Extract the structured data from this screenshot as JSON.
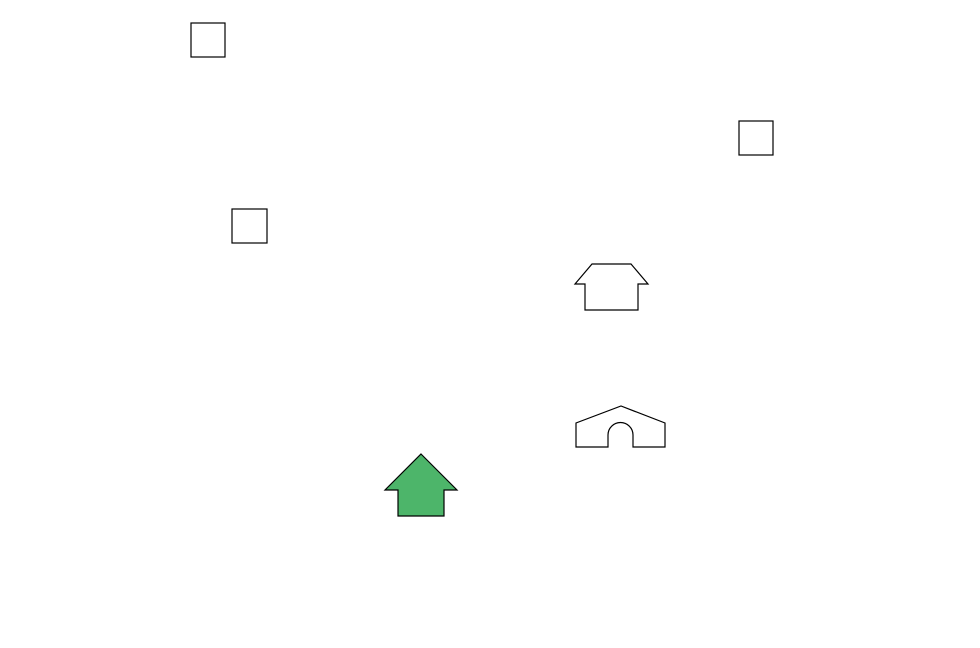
{
  "canvas": {
    "background": "#ffffff",
    "stroke_color": "#000000"
  },
  "shapes": [
    {
      "name": "square-outline-1",
      "icon": "square-icon",
      "fill": "#ffffff"
    },
    {
      "name": "square-outline-2",
      "icon": "square-icon",
      "fill": "#ffffff"
    },
    {
      "name": "square-outline-3",
      "icon": "square-icon",
      "fill": "#ffffff"
    },
    {
      "name": "house-outline",
      "icon": "house-icon",
      "fill": "#ffffff"
    },
    {
      "name": "arch-outline",
      "icon": "arch-icon",
      "fill": "#ffffff"
    },
    {
      "name": "green-arrow",
      "icon": "up-arrow-icon",
      "fill": "#4db56a"
    }
  ]
}
